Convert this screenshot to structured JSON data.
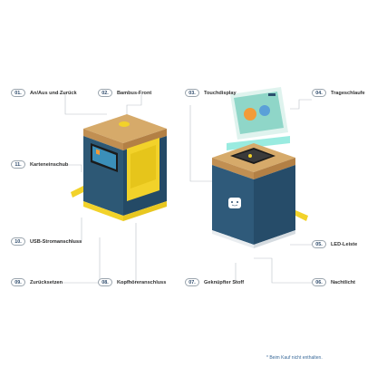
{
  "labels": {
    "l01": {
      "num": "01.",
      "text": "An/Aus und Zurück"
    },
    "l02": {
      "num": "02.",
      "text": "Bambus-Front"
    },
    "l03": {
      "num": "03.",
      "text": "Touchdisplay"
    },
    "l04": {
      "num": "04.",
      "text": "Trageschlaufe"
    },
    "l05": {
      "num": "05.",
      "text": "LED-Leiste"
    },
    "l06": {
      "num": "06.",
      "text": "Nachtlicht"
    },
    "l07": {
      "num": "07.",
      "text": "Geknüpfter Stoff"
    },
    "l08": {
      "num": "08.",
      "text": "Kopfhöreranschluss"
    },
    "l09": {
      "num": "09.",
      "text": "Zurücksetzen"
    },
    "l10": {
      "num": "10.",
      "text": "USB-Stromanschluss"
    },
    "l11": {
      "num": "11.",
      "text": "Karteneinschub"
    }
  },
  "footnote": "* Beim Kauf nicht enthalten.",
  "colors": {
    "box_blue": "#2c4f6e",
    "bamboo": "#c99a5b",
    "yellow": "#f2d22a",
    "led_teal": "#7fe6d8",
    "line_gray": "#b9c0c7",
    "badge_text": "#2d4a6b"
  },
  "icons": {
    "led_glow": "led-glow-icon",
    "tiger_logo": "tiger-logo-icon"
  }
}
